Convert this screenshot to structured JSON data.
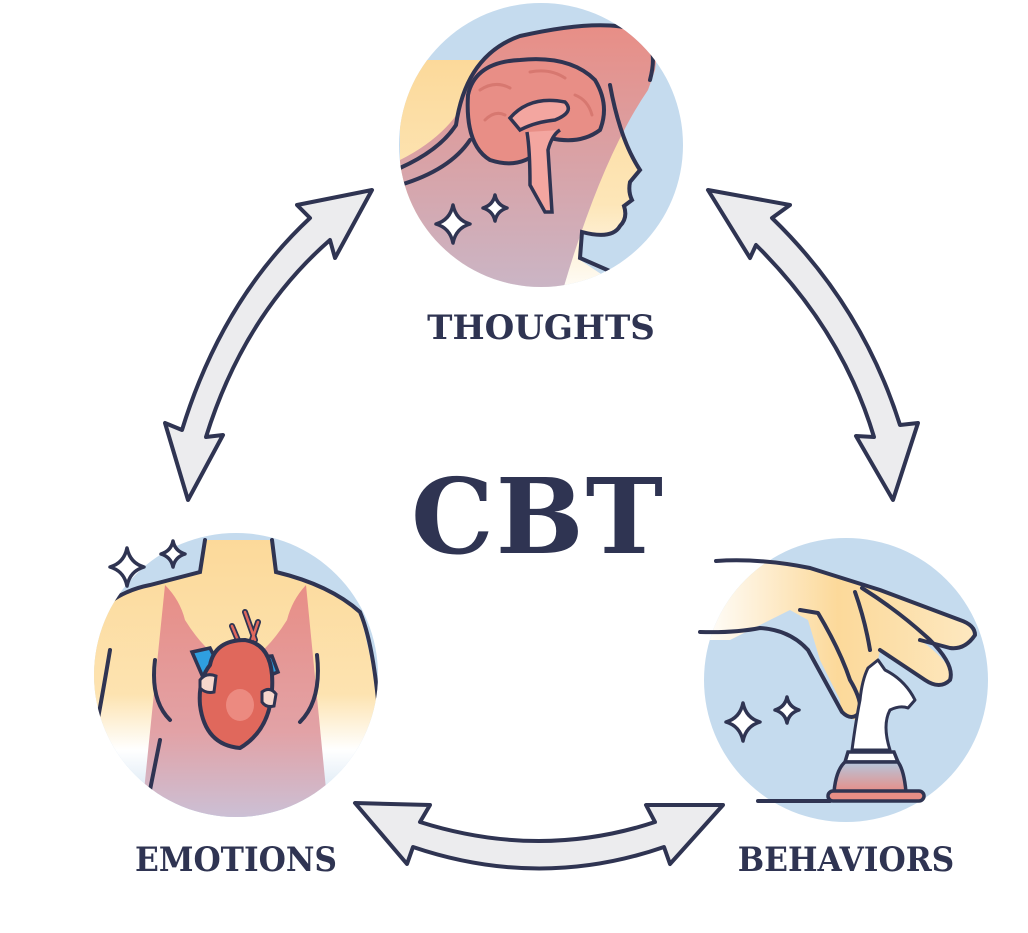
{
  "diagram": {
    "title": "CBT",
    "nodes": [
      {
        "id": "thoughts",
        "label": "THOUGHTS",
        "illustration": "head-brain-icon"
      },
      {
        "id": "emotions",
        "label": "EMOTIONS",
        "illustration": "chest-heart-icon"
      },
      {
        "id": "behaviors",
        "label": "BEHAVIORS",
        "illustration": "hand-chess-knight-icon"
      }
    ],
    "edges": [
      {
        "from": "thoughts",
        "to": "emotions",
        "type": "bidirectional"
      },
      {
        "from": "thoughts",
        "to": "behaviors",
        "type": "bidirectional"
      },
      {
        "from": "emotions",
        "to": "behaviors",
        "type": "bidirectional"
      }
    ],
    "colors": {
      "outline": "#2f3452",
      "circle_bg": "#c5dbee",
      "arrow_fill": "#ececee",
      "skin": "#fcd99a",
      "brain_pink": "#e88e86",
      "heart_red": "#e0685c",
      "vein_blue": "#2f9fe0",
      "text": "#2f3452"
    }
  }
}
